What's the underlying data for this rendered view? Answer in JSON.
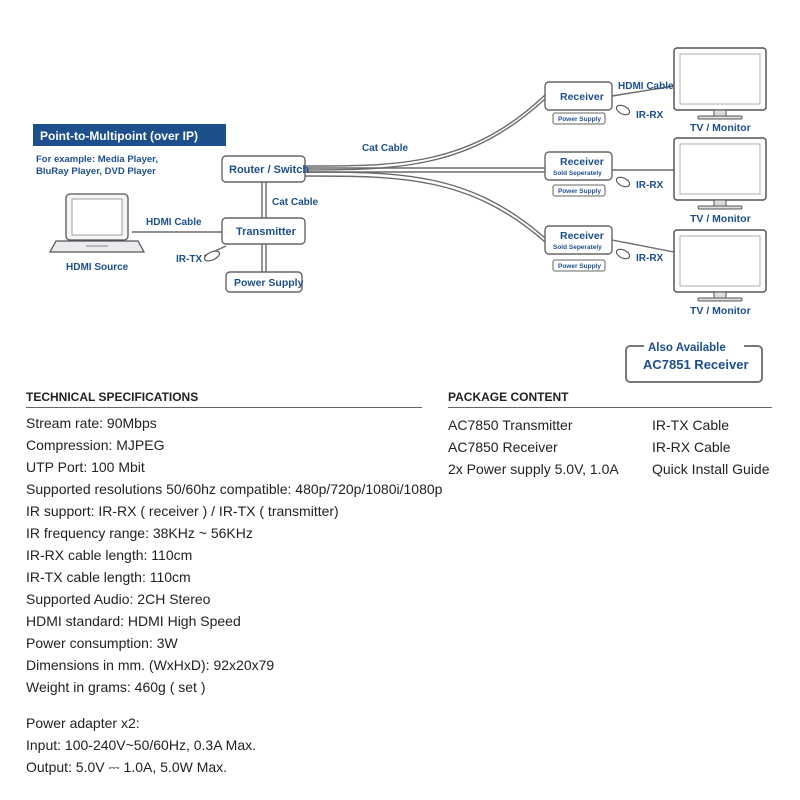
{
  "diagram": {
    "mode_badge": "Point-to-Multipoint (over IP)",
    "example_text": [
      "For example: Media Player,",
      "BluRay Player, DVD Player"
    ],
    "source_label": "HDMI Source",
    "hdmi_cable_left": "HDMI Cable",
    "transmitter": "Transmitter",
    "router": "Router / Switch",
    "power_supply": "Power Supply",
    "ir_tx": "IR-TX",
    "cat_cable_vertical": "Cat Cable",
    "cat_cable_top": "Cat Cable",
    "receivers": [
      {
        "title": "Receiver",
        "note": "",
        "power": "Power Supply",
        "ir": "IR-RX",
        "tv": "TV / Monitor"
      },
      {
        "title": "Receiver",
        "note": "Sold Seperately",
        "power": "Power Supply",
        "ir": "IR-RX",
        "tv": "TV / Monitor"
      },
      {
        "title": "Receiver",
        "note": "Sold Seperately",
        "power": "Power Supply",
        "ir": "IR-RX",
        "tv": "TV / Monitor"
      }
    ],
    "hdmi_cable_right": "HDMI Cable",
    "also_available": "Also Available",
    "also_available_product": "AC7851 Receiver",
    "colors": {
      "blue": "#1d4f8c",
      "badge_bg": "#1d4f8c",
      "line": "#6a6a6a"
    }
  },
  "specs": {
    "title": "TECHNICAL SPECIFICATIONS",
    "lines": [
      "Stream rate: 90Mbps",
      "Compression: MJPEG",
      "UTP Port: 100 Mbit",
      "Supported resolutions 50/60hz compatible: 480p/720p/1080i/1080p",
      "IR support: IR-RX ( receiver ) / IR-TX ( transmitter)",
      "IR frequency range: 38KHz ~ 56KHz",
      "IR-RX cable length: 110cm",
      "IR-TX cable length: 110cm",
      "Supported Audio: 2CH Stereo",
      "HDMI standard: HDMI High Speed",
      "Power consumption: 3W",
      "Dimensions in mm. (WxHxD): 92x20x79",
      "Weight in grams: 460g ( set )"
    ],
    "adapter_lines": [
      "Power adapter x2:",
      "Input: 100-240V~50/60Hz, 0.3A Max.",
      "Output: 5.0V ⎓ 1.0A, 5.0W Max."
    ]
  },
  "package": {
    "title": "PACKAGE CONTENT",
    "col1": [
      "AC7850 Transmitter",
      "AC7850 Receiver",
      "2x Power supply 5.0V,  1.0A"
    ],
    "col2": [
      "IR-TX Cable",
      "IR-RX Cable",
      "Quick Install Guide"
    ]
  }
}
